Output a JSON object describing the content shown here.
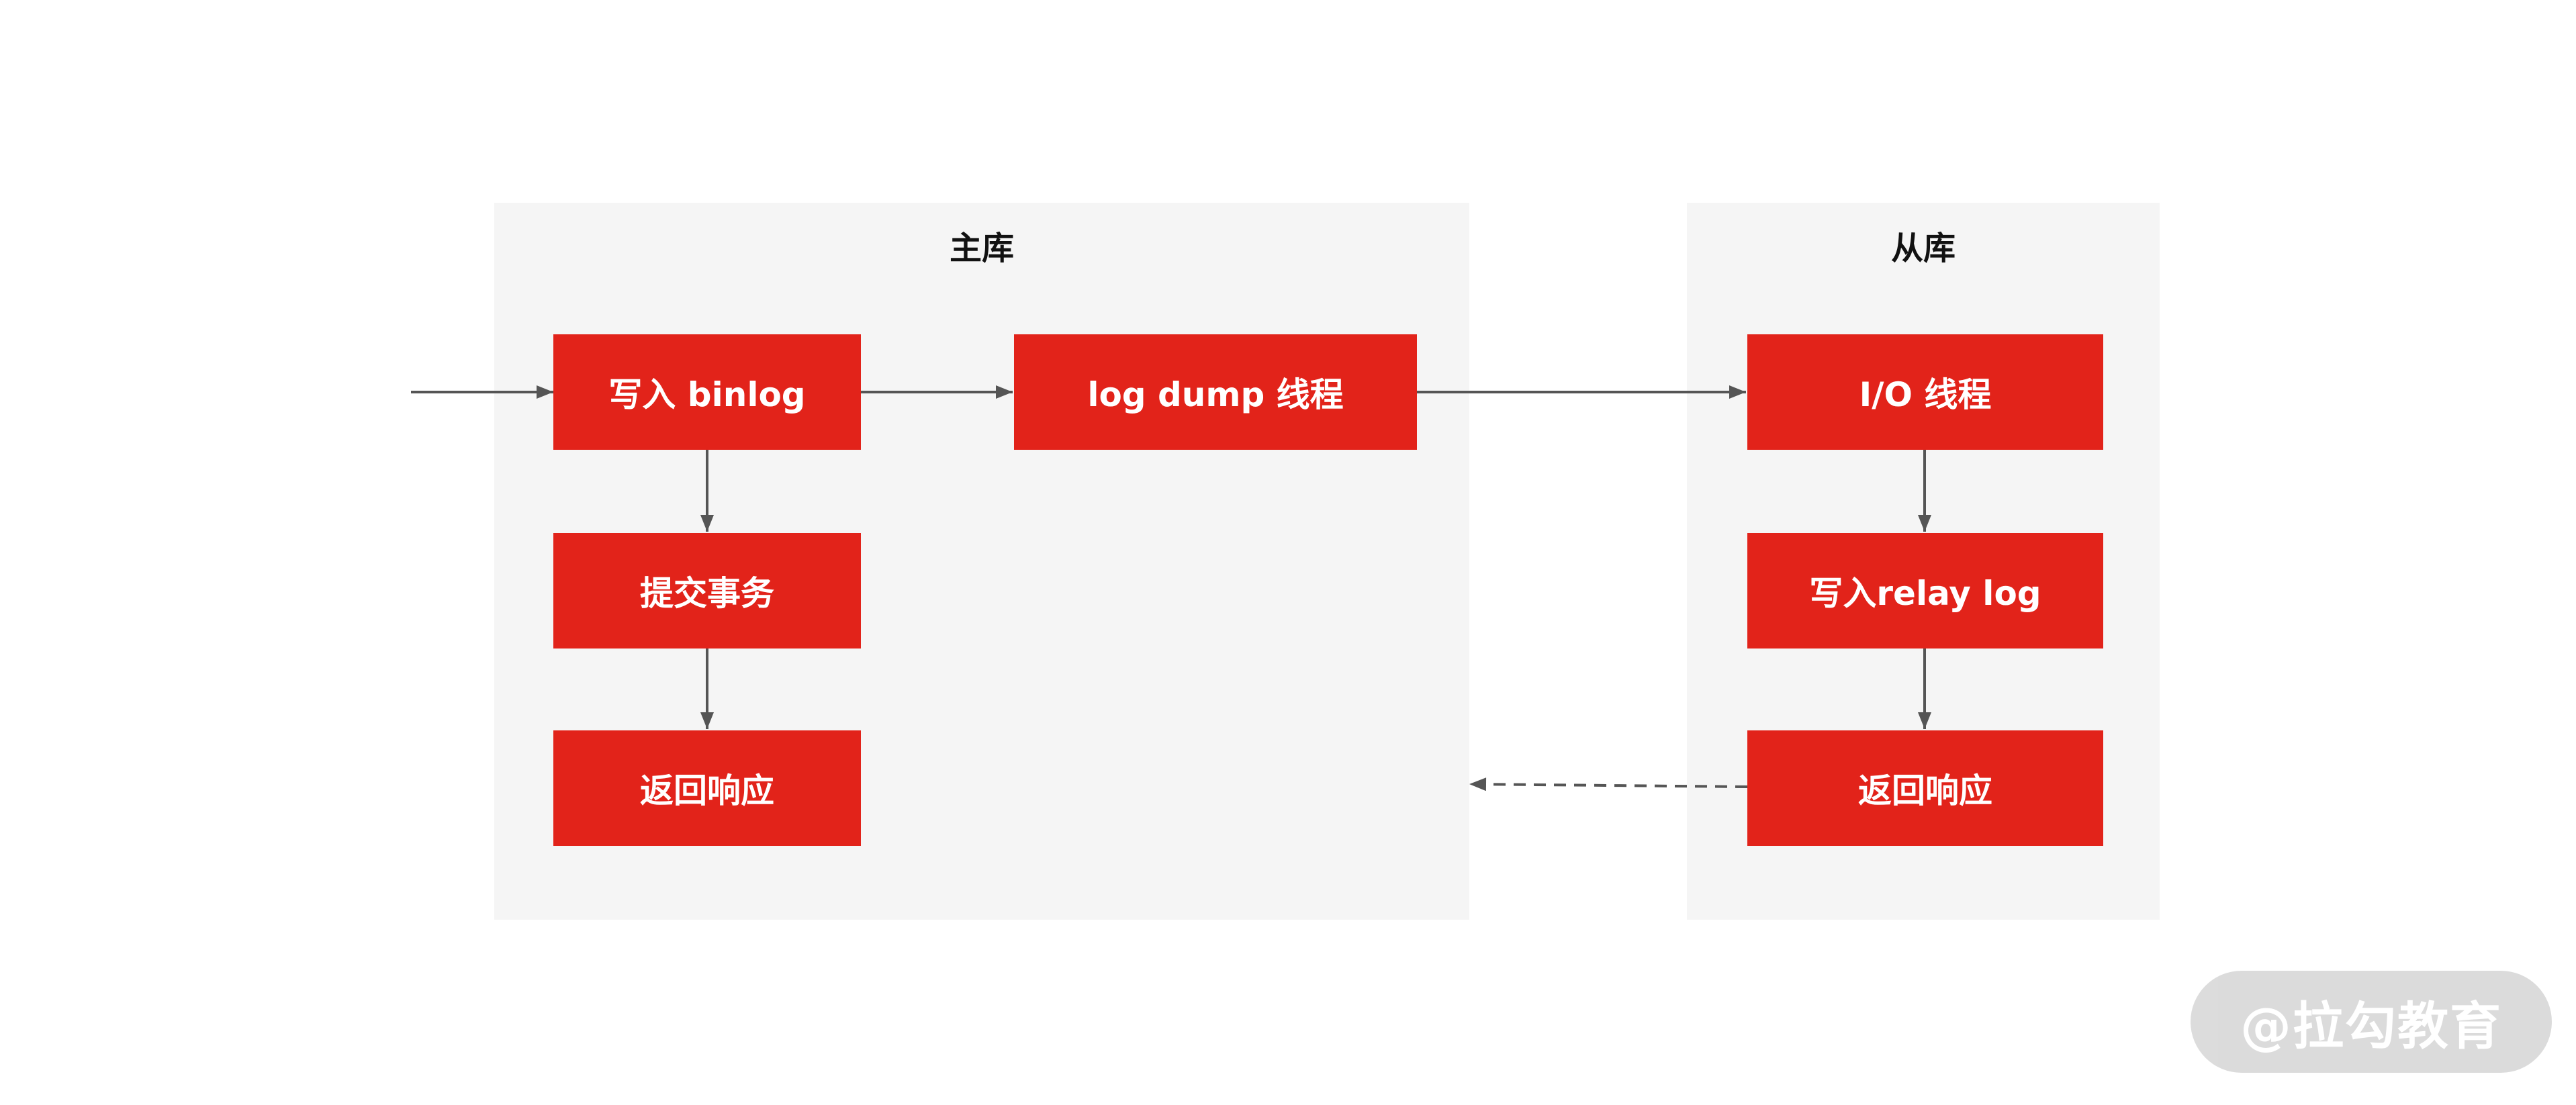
{
  "master": {
    "title": "主库",
    "write_binlog": "写入 binlog",
    "commit": "提交事务",
    "response": "返回响应",
    "dump_thread": "log dump 线程"
  },
  "slave": {
    "title": "从库",
    "io_thread": "I/O 线程",
    "write_relay": "写入relay log",
    "response": "返回响应"
  },
  "watermark": "@拉勾教育",
  "colors": {
    "box": "#e2231a",
    "panel": "#f5f5f5",
    "arrow": "#555555",
    "box_text": "#ffffff"
  }
}
